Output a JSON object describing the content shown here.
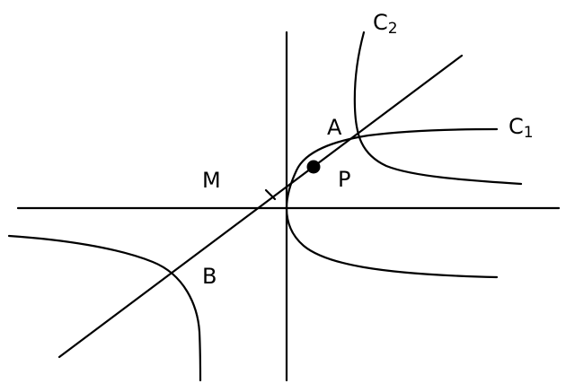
{
  "labels": {
    "c2_letter": "C",
    "c2_index": "2",
    "c1_letter": "C",
    "c1_index": "1",
    "a": "A",
    "p": "P",
    "m": "M",
    "b": "B"
  },
  "colors": {
    "ink": "#000000",
    "background": "#ffffff"
  }
}
